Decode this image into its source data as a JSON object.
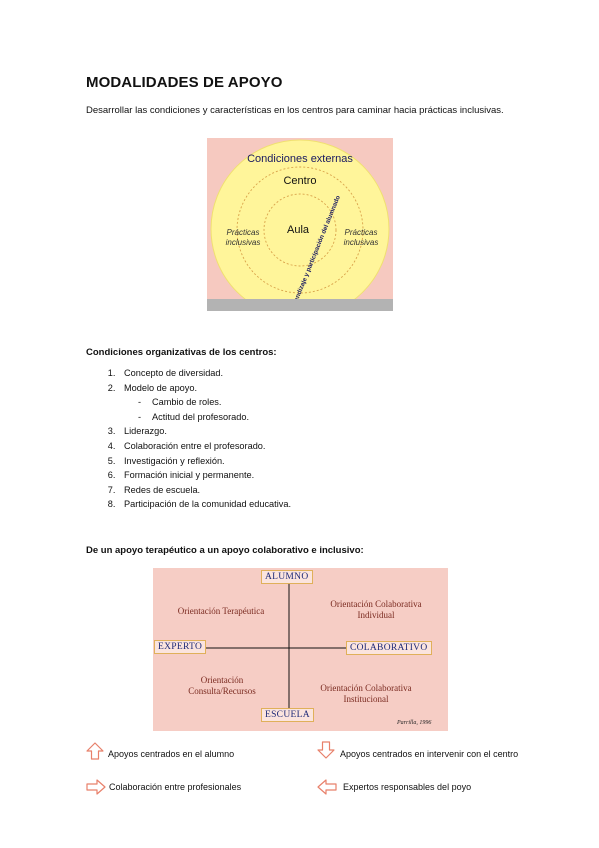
{
  "document": {
    "title": "MODALIDADES DE APOYO",
    "intro": "Desarrollar las condiciones y características en los centros para caminar hacia prácticas inclusivas."
  },
  "figure1": {
    "outer_label": "Condiciones externas",
    "middle_label": "Centro",
    "inner_label": "Aula",
    "left_label_1": "Prácticas",
    "left_label_2": "inclusivas",
    "right_label_1": "Prácticas",
    "right_label_2": "inclusivas",
    "diagonal_label": "Aprendizaje y participación del alumnado",
    "colors": {
      "background": "#f6c9c0",
      "circle": "#fff59a",
      "circle_edge": "#f0e070",
      "dash": "#d9a24a"
    }
  },
  "section1": {
    "heading": "Condiciones organizativas de los centros:",
    "items": [
      {
        "num": "1.",
        "text": "Concepto de diversidad."
      },
      {
        "num": "2.",
        "text": "Modelo de apoyo.",
        "sub": [
          "Cambio de roles.",
          "Actitud del profesorado."
        ]
      },
      {
        "num": "3.",
        "text": "Liderazgo."
      },
      {
        "num": "4.",
        "text": "Colaboración entre el profesorado."
      },
      {
        "num": "5.",
        "text": "Investigación y reflexión."
      },
      {
        "num": "6.",
        "text": "Formación inicial y permanente."
      },
      {
        "num": "7.",
        "text": "Redes de escuela."
      },
      {
        "num": "8.",
        "text": "Participación de la comunidad educativa."
      }
    ]
  },
  "section2": {
    "heading": "De un apoyo terapéutico a un apoyo colaborativo e inclusivo:"
  },
  "figure2": {
    "top_axis": "ALUMNO",
    "bottom_axis": "ESCUELA",
    "left_axis": "EXPERTO",
    "right_axis": "COLABORATIVO",
    "q_top_left": "Orientación Terapéutica",
    "q_top_right_1": "Orientación Colaborativa",
    "q_top_right_2": "Individual",
    "q_bottom_left_1": "Orientación",
    "q_bottom_left_2": "Consulta/Recursos",
    "q_bottom_right_1": "Orientación  Colaborativa",
    "q_bottom_right_2": "Institucional",
    "citation": "Parrilla, 1996",
    "colors": {
      "background": "#f6cdc5",
      "axis": "#111111",
      "quadrant_text": "#7a2a20",
      "axis_text": "#1e2a78"
    }
  },
  "legend": {
    "up": "Apoyos centrados en el alumno",
    "down": "Apoyos centrados en intervenir con el centro",
    "right": "Colaboración entre profesionales",
    "left": "Expertos responsables del poyo",
    "colors": {
      "arrow": "#e8806a"
    },
    "icons": [
      "arrow-up-icon",
      "arrow-down-icon",
      "arrow-right-icon",
      "arrow-left-icon"
    ]
  }
}
